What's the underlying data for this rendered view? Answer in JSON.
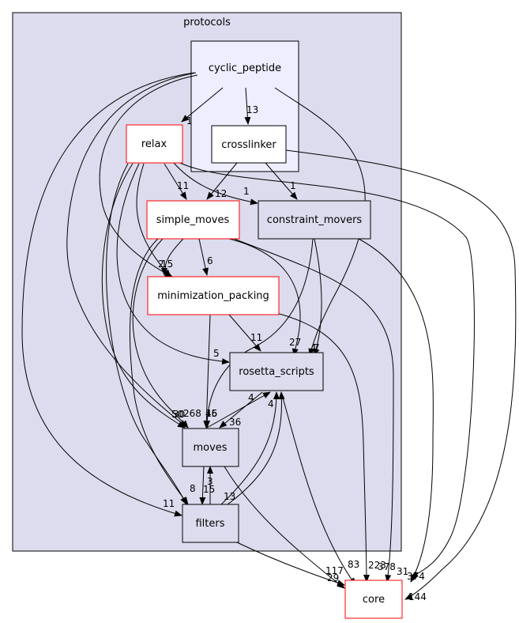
{
  "graph": {
    "cluster_outer": {
      "label": "protocols"
    },
    "cluster_inner": {
      "label": "cyclic_peptide"
    },
    "colors": {
      "outer_fill": "#dcdcee",
      "inner_fill": "#eeeeff",
      "node_fill": "#ffffff",
      "node_gray": "#dcdcee",
      "red": "#ff0000",
      "black": "#000000"
    },
    "nodes": {
      "crosslinker": "crosslinker",
      "relax": "relax",
      "simple_moves": "simple_moves",
      "constraint_movers": "constraint_movers",
      "minimization_packing": "minimization_packing",
      "rosetta_scripts": "rosetta_scripts",
      "moves": "moves",
      "filters": "filters",
      "core": "core"
    },
    "edge_labels": {
      "cp_relax": "1",
      "cp_crosslinker": "13",
      "crosslinker_simple_moves": "12",
      "crosslinker_constraint_movers": "1",
      "relax_simple_moves": "11",
      "relax_constraint_movers": "1",
      "relax_minpack": "15",
      "simple_moves_minpack": "6",
      "simple_moves_minpack_2": "2",
      "minpack_rosetta": "11",
      "simple_moves_rosetta": "27",
      "cp_rosetta": "7",
      "constraint_rosetta": "4",
      "relax_rosetta": "5",
      "moves_rosetta": "4",
      "filters_rosetta": "4",
      "rosetta_moves": "36",
      "moves_in_50": "50",
      "moves_in_30": "30",
      "moves_in_268": "268",
      "moves_in_16": "16",
      "moves_in_45": "45",
      "filters_in_8": "8",
      "filters_in_15": "15",
      "filters_in_13": "13",
      "moves_filters_3": "3",
      "cp_filters": "11",
      "core_117": "117",
      "core_29": "29",
      "core_83": "83",
      "core_223": "223",
      "core_378": "378",
      "core_31": "31",
      "core_374": "374",
      "core_144": "144"
    }
  }
}
